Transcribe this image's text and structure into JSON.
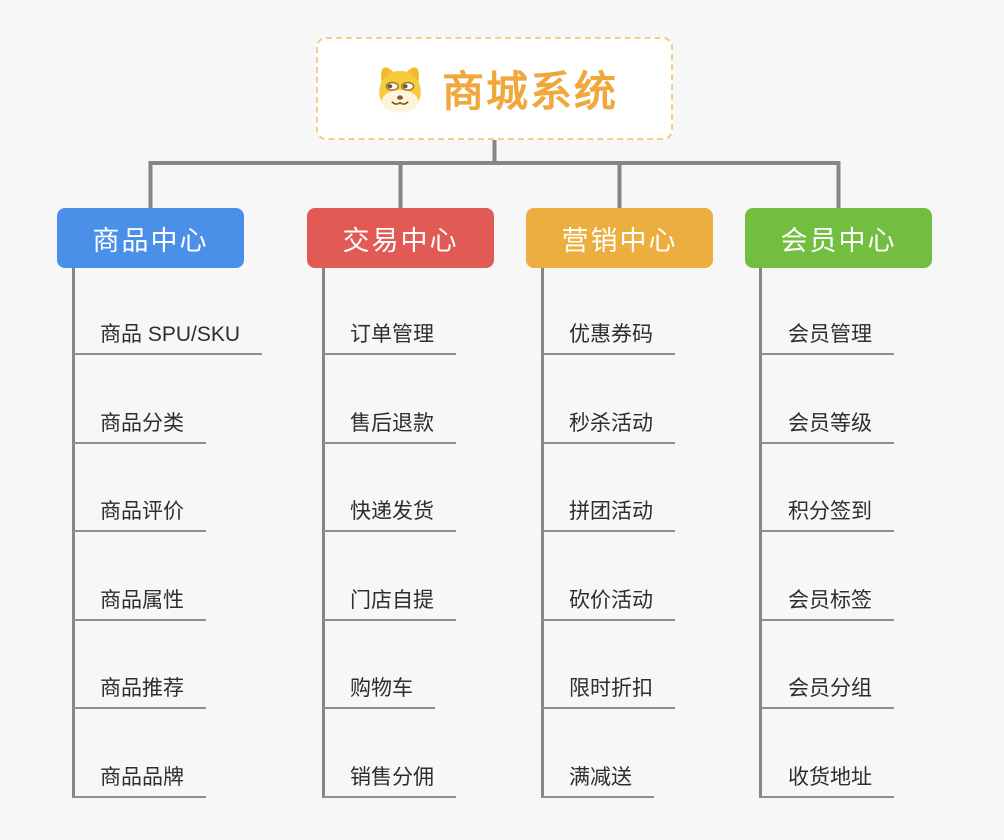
{
  "page": {
    "background": "#f7f7f7",
    "connector_color": "#868686",
    "underline_color": "#8f8f8f",
    "topic_text_color": "#2e2e2e"
  },
  "root": {
    "title": "商城系统",
    "icon": "doge-icon",
    "accent_color": "#f0a73c",
    "border_color": "#f6cd8e"
  },
  "branches": [
    {
      "label": "商品中心",
      "color": "#4a90e8",
      "items": [
        "商品 SPU/SKU",
        "商品分类",
        "商品评价",
        "商品属性",
        "商品推荐",
        "商品品牌"
      ]
    },
    {
      "label": "交易中心",
      "color": "#e25a55",
      "items": [
        "订单管理",
        "售后退款",
        "快递发货",
        "门店自提",
        "购物车",
        "销售分佣"
      ]
    },
    {
      "label": "营销中心",
      "color": "#ecae3e",
      "items": [
        "优惠券码",
        "秒杀活动",
        "拼团活动",
        "砍价活动",
        "限时折扣",
        "满减送"
      ]
    },
    {
      "label": "会员中心",
      "color": "#72be41",
      "items": [
        "会员管理",
        "会员等级",
        "积分签到",
        "会员标签",
        "会员分组",
        "收货地址"
      ]
    }
  ]
}
